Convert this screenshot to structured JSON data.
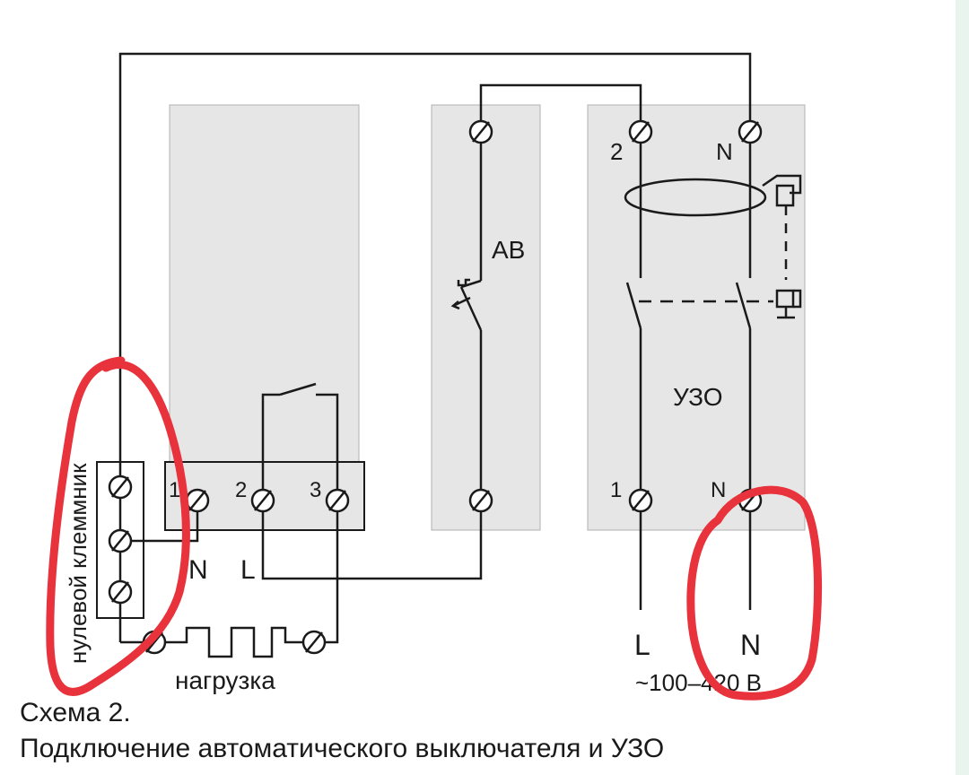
{
  "caption": {
    "line1": "Схема 2.",
    "line2": "Подключение автоматического выключателя и УЗО"
  },
  "blocks": {
    "breaker": "АВ",
    "rcd": "УЗО"
  },
  "terminals": {
    "rcd_top_left": "2",
    "rcd_top_right": "N",
    "rcd_bottom_left": "1",
    "rcd_bottom_right": "N",
    "relay_1": "1",
    "relay_2": "2",
    "relay_3": "3"
  },
  "labels": {
    "relay_n": "N",
    "relay_l": "L",
    "neutral_block": "нулевой клеммник",
    "load": "нагрузка",
    "supply_l": "L",
    "supply_n": "N",
    "voltage": "~100–420 В"
  },
  "colors": {
    "line": "#1a1a1a",
    "panel": "#e6e6e6",
    "annotation": "#e8323c"
  }
}
